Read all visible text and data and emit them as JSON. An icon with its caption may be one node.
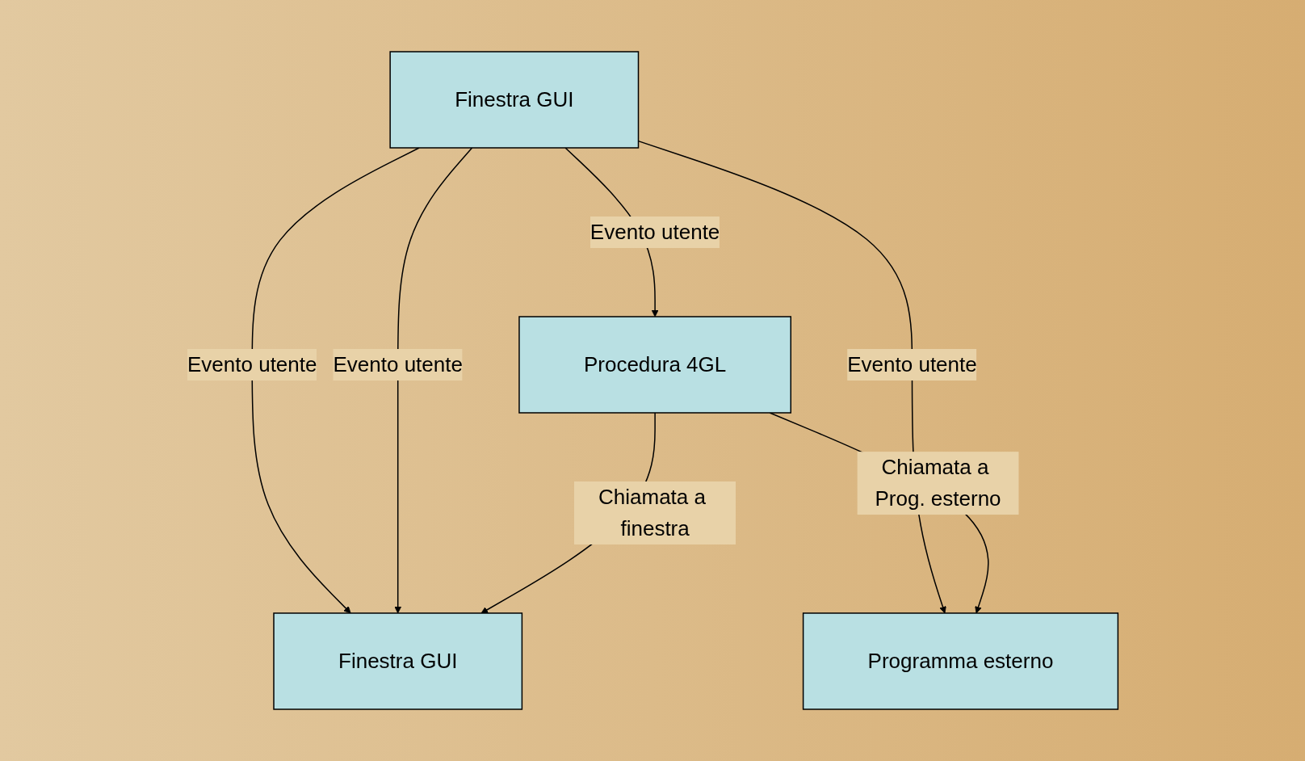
{
  "diagram": {
    "nodes": [
      {
        "text": [
          "Finestra GUI"
        ]
      },
      {
        "text": [
          "Procedura 4GL"
        ]
      },
      {
        "text": [
          "Finestra GUI"
        ]
      },
      {
        "text": [
          "Programma esterno"
        ]
      }
    ],
    "edges": [
      {
        "from": 0,
        "to": 1,
        "arrow": "to",
        "label": "Evento utente"
      },
      {
        "from": 0,
        "to": 2,
        "arrow": "to",
        "label": "Evento utente"
      },
      {
        "from": 0,
        "to": 2,
        "arrow": "to",
        "label": "Evento utente"
      },
      {
        "from": 0,
        "to": 3,
        "arrow": "to",
        "label": "Evento utente"
      },
      {
        "from": 1,
        "to": 2,
        "arrow": "to",
        "label": "Chiamata a finestra"
      },
      {
        "from": 1,
        "to": 3,
        "arrow": "to",
        "label": "Chiamata a Prog. esterno"
      }
    ]
  }
}
